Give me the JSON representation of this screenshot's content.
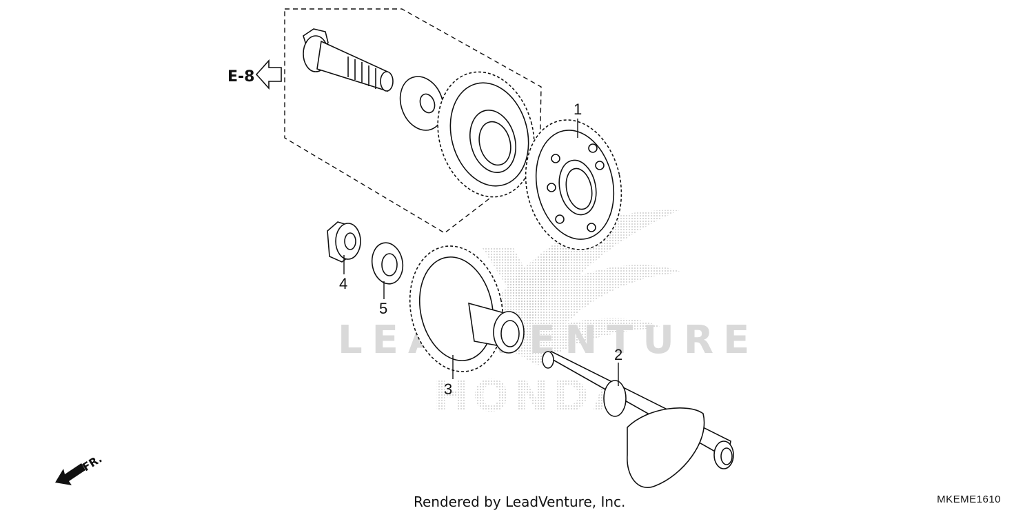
{
  "diagram": {
    "callouts": [
      {
        "id": "1",
        "label": "1"
      },
      {
        "id": "2",
        "label": "2"
      },
      {
        "id": "3",
        "label": "3"
      },
      {
        "id": "4",
        "label": "4"
      },
      {
        "id": "5",
        "label": "5"
      }
    ],
    "reference_label": "E-8",
    "direction_label": "FR.",
    "watermark_text": "LEADVENTURE",
    "watermark_brand": "HONDA"
  },
  "footer": {
    "rendered_by": "Rendered by LeadVenture, Inc.",
    "diagram_code": "MKEME1610"
  },
  "colors": {
    "line": "#111111",
    "watermark": "#d9d9d9",
    "background": "#ffffff"
  }
}
